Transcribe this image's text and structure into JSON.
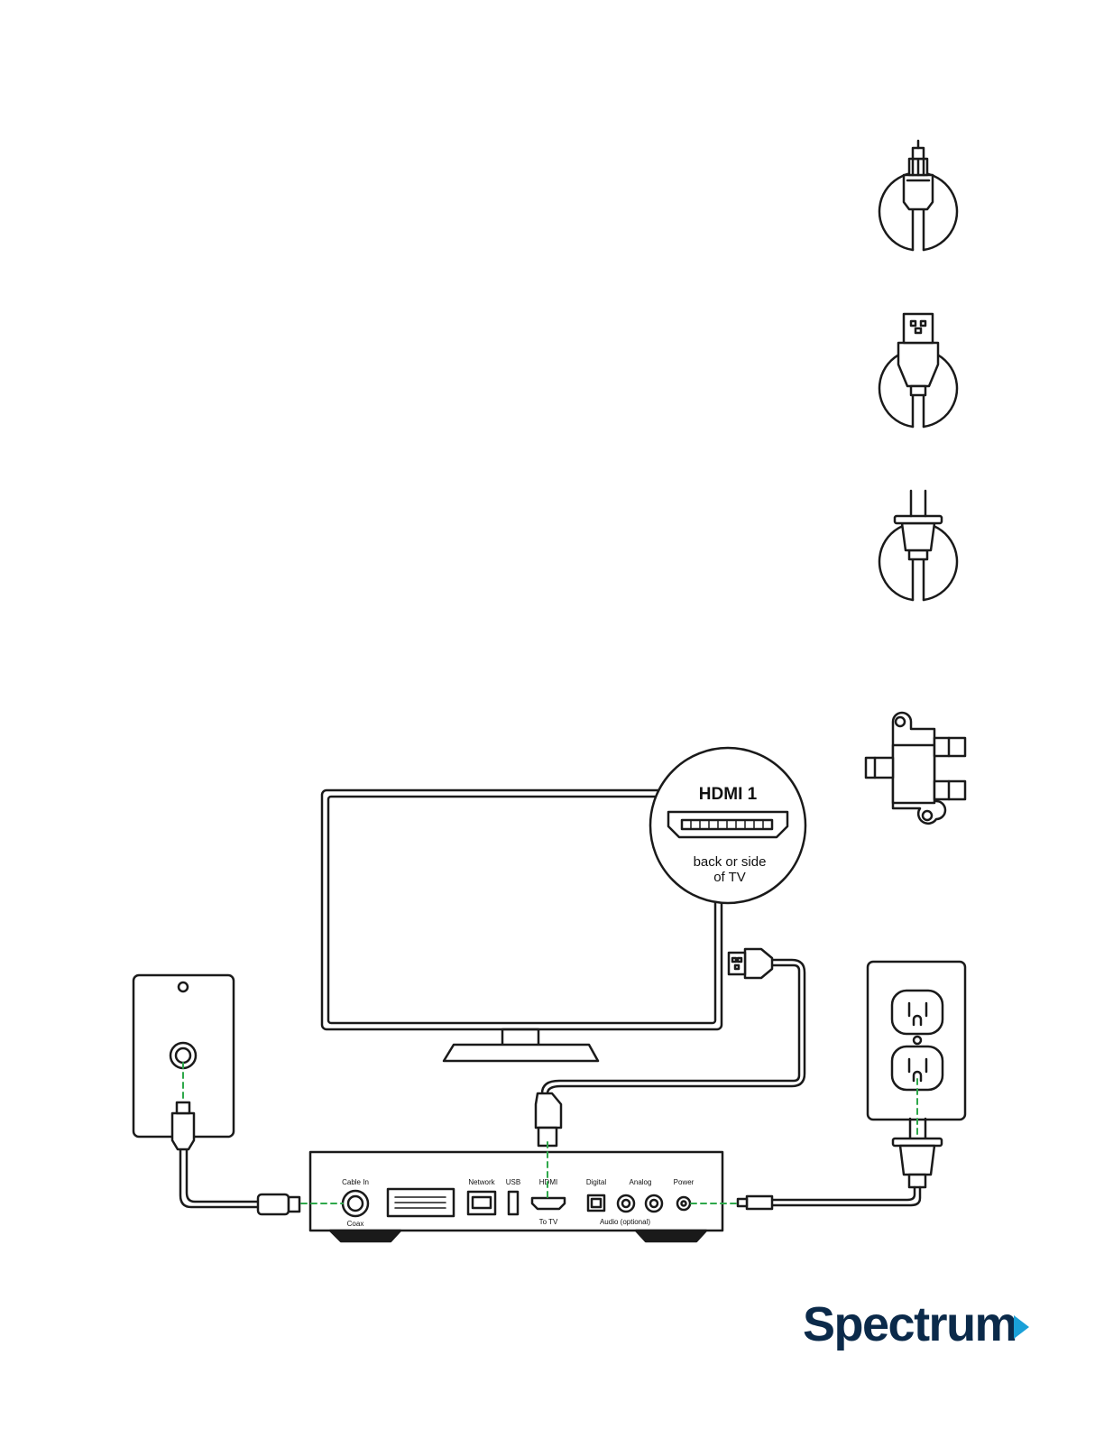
{
  "colors": {
    "line": "#1a1a1a",
    "connection": "#2ea84a",
    "brand": "#0b2a4a",
    "brand_accent": "#1aa0d8"
  },
  "legend_icons": [
    "coax-connector-icon",
    "hdmi-connector-icon",
    "power-plug-icon",
    "cable-splitter-icon"
  ],
  "tv_callout": {
    "port_label": "HDMI 1",
    "caption_line1": "back or side",
    "caption_line2": "of TV"
  },
  "receiver": {
    "ports_top": {
      "cable_in": "Cable In",
      "network": "Network",
      "usb": "USB",
      "hdmi": "HDMI",
      "digital": "Digital",
      "analog": "Analog",
      "power": "Power"
    },
    "ports_bottom": {
      "coax": "Coax",
      "to_tv": "To TV",
      "audio": "Audio (optional)"
    }
  },
  "brand": {
    "name": "Spectrum"
  }
}
